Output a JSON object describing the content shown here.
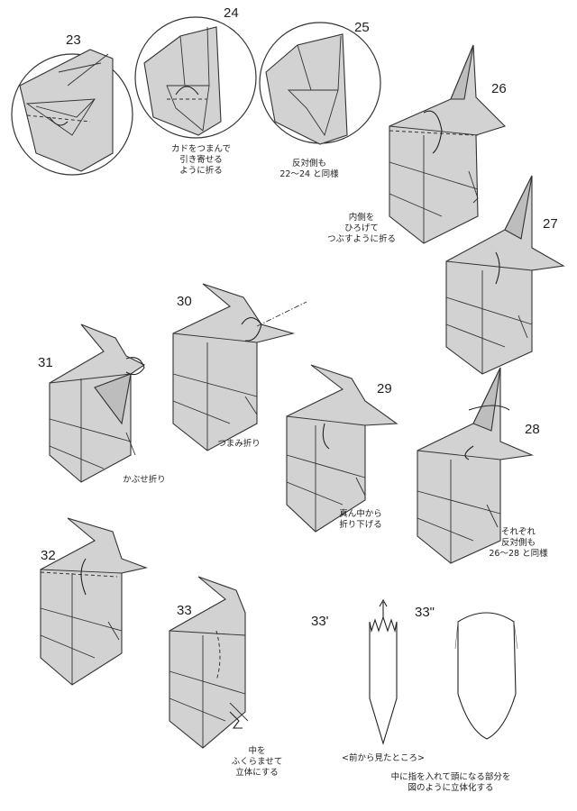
{
  "steps": {
    "s23": "23",
    "s24": "24",
    "s25": "25",
    "s26": "26",
    "s27": "27",
    "s28": "28",
    "s29": "29",
    "s30": "30",
    "s31": "31",
    "s32": "32",
    "s33": "33",
    "s33p": "33'",
    "s33pp": "33\""
  },
  "captions": {
    "c24": [
      "カドをつまんで",
      "引き寄せる",
      "ように折る"
    ],
    "c25": [
      "反対側も",
      "22〜24 と同様"
    ],
    "c26": [
      "内側を",
      "ひろげて",
      "つぶすように折る"
    ],
    "c28": [
      "それぞれ",
      "反対側も",
      "26〜28 と同様"
    ],
    "c29": [
      "真ん中から",
      "折り下げる"
    ],
    "c30": "つまみ折り",
    "c31": "かぶせ折り",
    "c33": [
      "中を",
      "ふくらませて",
      "立体にする"
    ],
    "view": "<前から見たところ>",
    "c33pp": [
      "中に指を入れて頭になる部分を",
      "図のように立体化する"
    ]
  }
}
